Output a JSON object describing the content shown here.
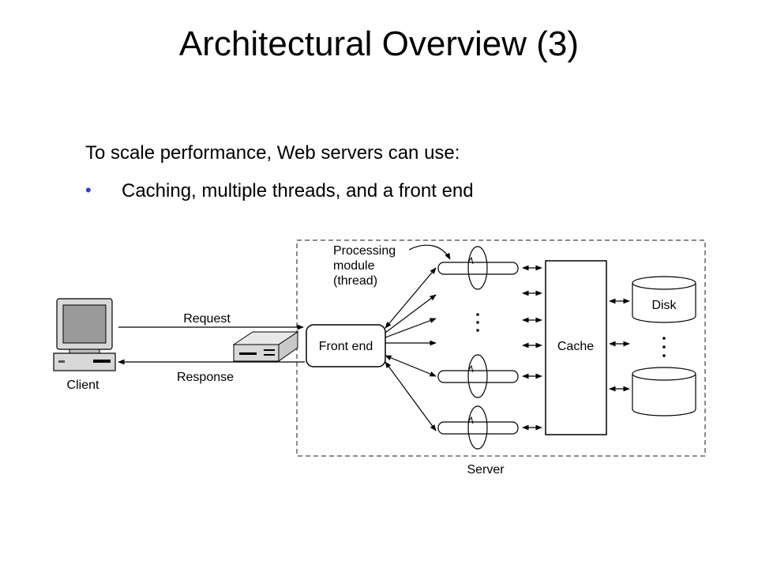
{
  "slide": {
    "title": "Architectural Overview (3)",
    "intro": "To scale performance, Web servers can use:",
    "bullets": [
      "Caching, multiple threads, and a front end"
    ]
  },
  "diagram": {
    "labels": {
      "processing_module": [
        "Processing",
        "module",
        "(thread)"
      ],
      "request": "Request",
      "response": "Response",
      "client": "Client",
      "front_end": "Front end",
      "cache": "Cache",
      "disk": "Disk",
      "server": "Server"
    },
    "colors": {
      "bullet": "#2a3fd6",
      "line": "#000000",
      "box_fill": "#ffffff",
      "monitor_screen": "#9a9a9a",
      "computer_body": "#d8d8d8",
      "server_border": "#666666"
    }
  }
}
